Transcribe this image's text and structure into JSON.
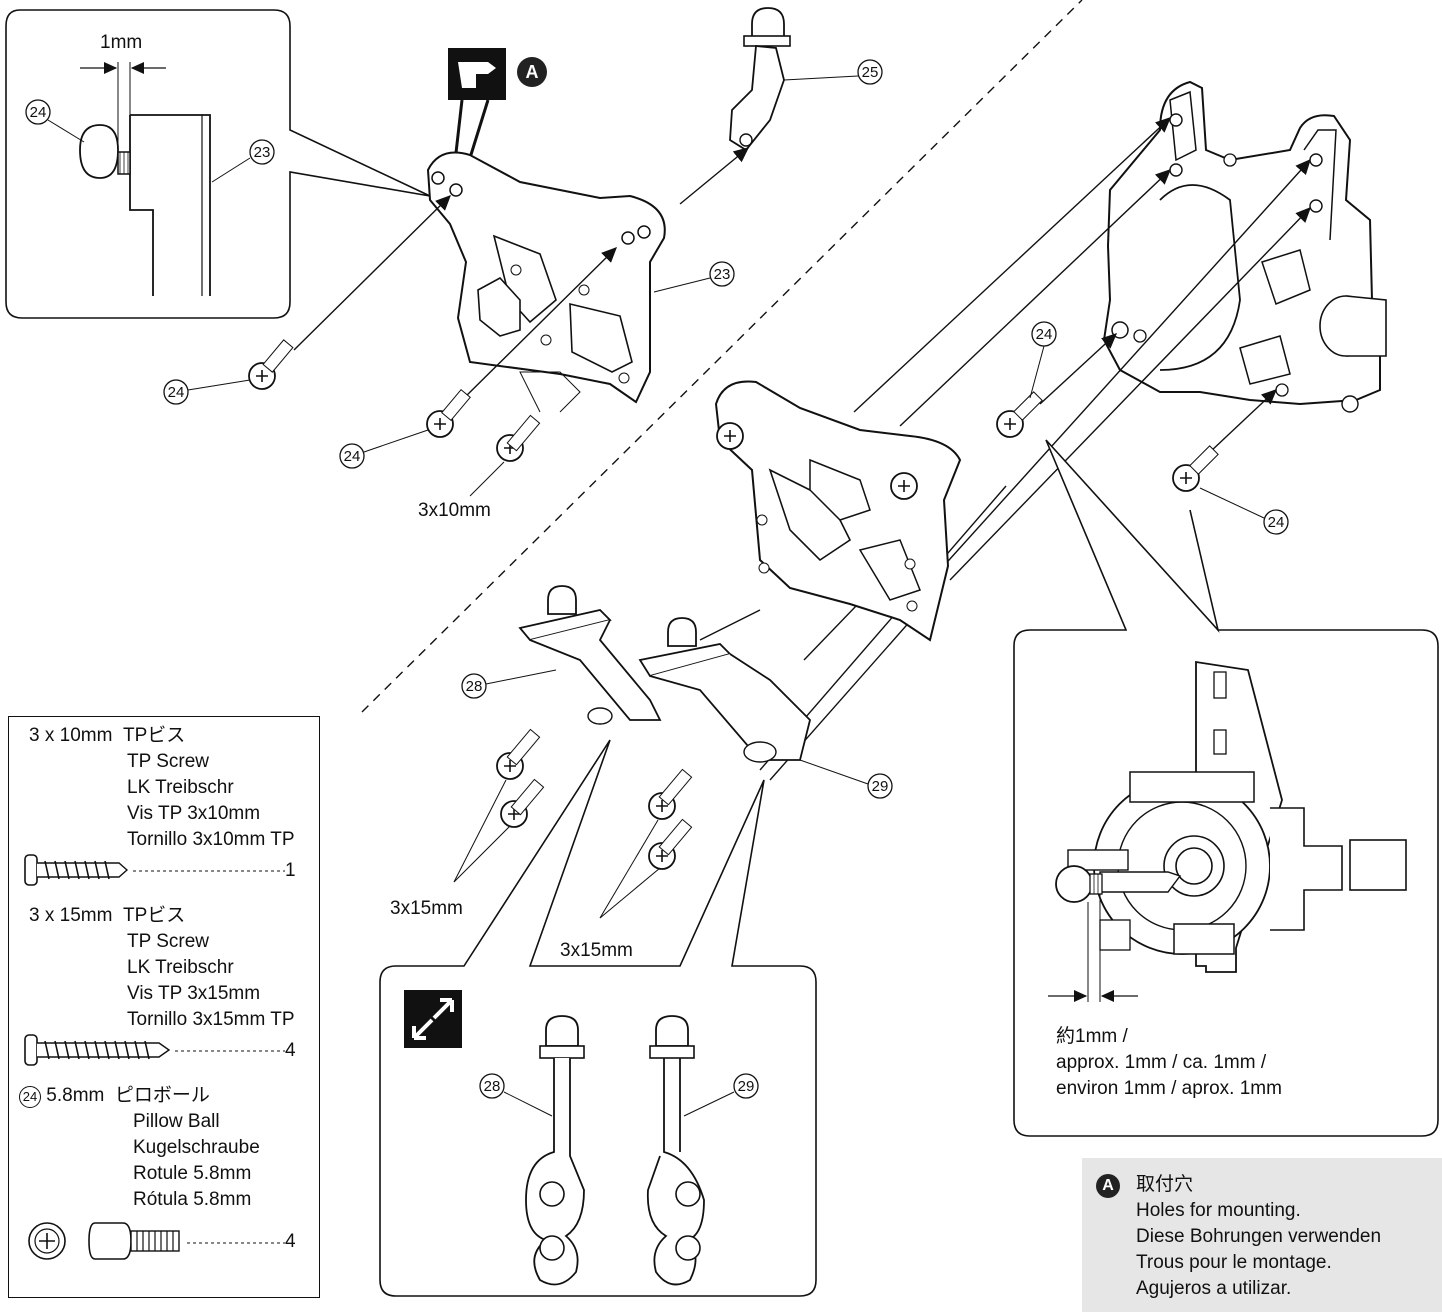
{
  "dimensions": {
    "detail_gap": "1mm",
    "screw_3x10": "3x10mm",
    "screw_3x15_left": "3x15mm",
    "screw_3x15_right": "3x15mm",
    "approx_line1": "約1mm /",
    "approx_line2": "approx. 1mm / ca. 1mm /",
    "approx_line3": "environ 1mm / aprox. 1mm"
  },
  "part_numbers": {
    "p23": "23",
    "p24": "24",
    "p25": "25",
    "p28": "28",
    "p29": "29"
  },
  "marker_a": "A",
  "parts_list": [
    {
      "size": "3 x 10mm",
      "ja": "TPビス",
      "names": [
        "TP Screw",
        "LK Treibschr",
        "Vis TP 3x10mm",
        "Tornillo 3x10mm TP"
      ],
      "qty": "1"
    },
    {
      "size": "3 x 15mm",
      "ja": "TPビス",
      "names": [
        "TP Screw",
        "LK Treibschr",
        "Vis TP 3x15mm",
        "Tornillo 3x15mm TP"
      ],
      "qty": "4"
    },
    {
      "num": "24",
      "size": "5.8mm",
      "ja": "ピロボール",
      "names": [
        "Pillow Ball",
        "Kugelschraube",
        "Rotule 5.8mm",
        "Rótula 5.8mm"
      ],
      "qty": "4"
    }
  ],
  "note": {
    "badge": "A",
    "lines": [
      "取付穴",
      "Holes for mounting.",
      "Diese Bohrungen verwenden",
      "Trous pour le montage.",
      "Agujeros a utilizar."
    ]
  }
}
